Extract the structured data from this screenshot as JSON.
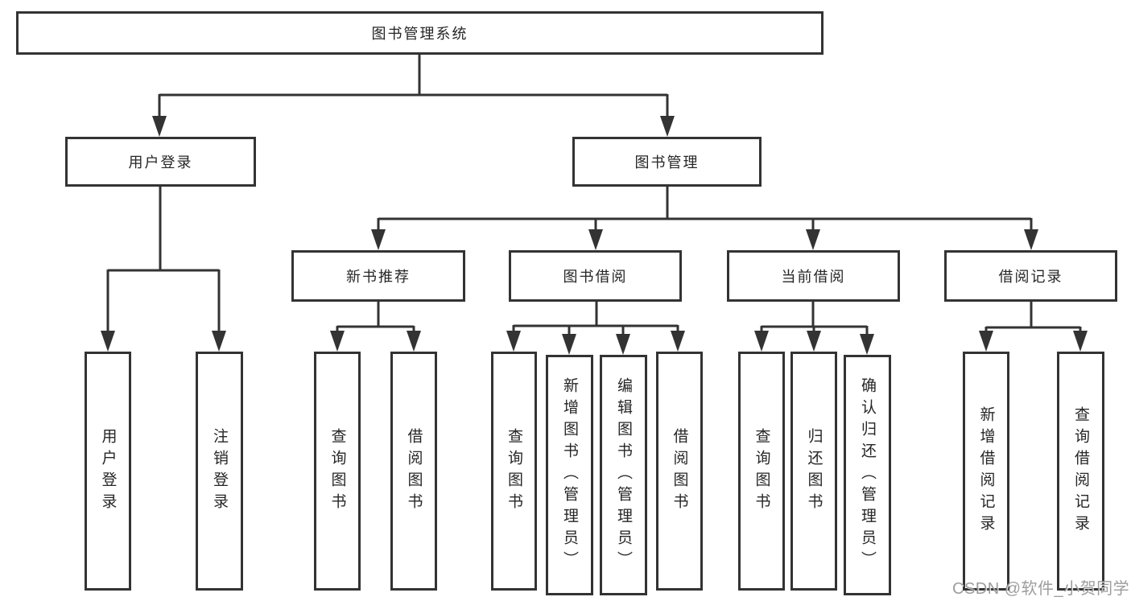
{
  "tree": {
    "root": {
      "label": "图书管理系统"
    },
    "children": [
      {
        "label": "用户登录",
        "children": [
          {
            "label": "用户登录"
          },
          {
            "label": "注销登录"
          }
        ]
      },
      {
        "label": "图书管理",
        "children": [
          {
            "label": "新书推荐",
            "children": [
              {
                "label": "查询图书"
              },
              {
                "label": "借阅图书"
              }
            ]
          },
          {
            "label": "图书借阅",
            "children": [
              {
                "label": "查询图书"
              },
              {
                "label": "新增图书（管理员）"
              },
              {
                "label": "编辑图书（管理员）"
              },
              {
                "label": "借阅图书"
              }
            ]
          },
          {
            "label": "当前借阅",
            "children": [
              {
                "label": "查询图书"
              },
              {
                "label": "归还图书"
              },
              {
                "label": "确认归还（管理员）"
              }
            ]
          },
          {
            "label": "借阅记录",
            "children": [
              {
                "label": "新增借阅记录"
              },
              {
                "label": "查询借阅记录"
              }
            ]
          }
        ]
      }
    ]
  },
  "watermark": {
    "text": "CSDN @软件_小贺同学"
  },
  "colors": {
    "line": "#333333",
    "box_border": "#333333",
    "text": "#262626",
    "watermark": "#878787",
    "background": "#ffffff"
  }
}
